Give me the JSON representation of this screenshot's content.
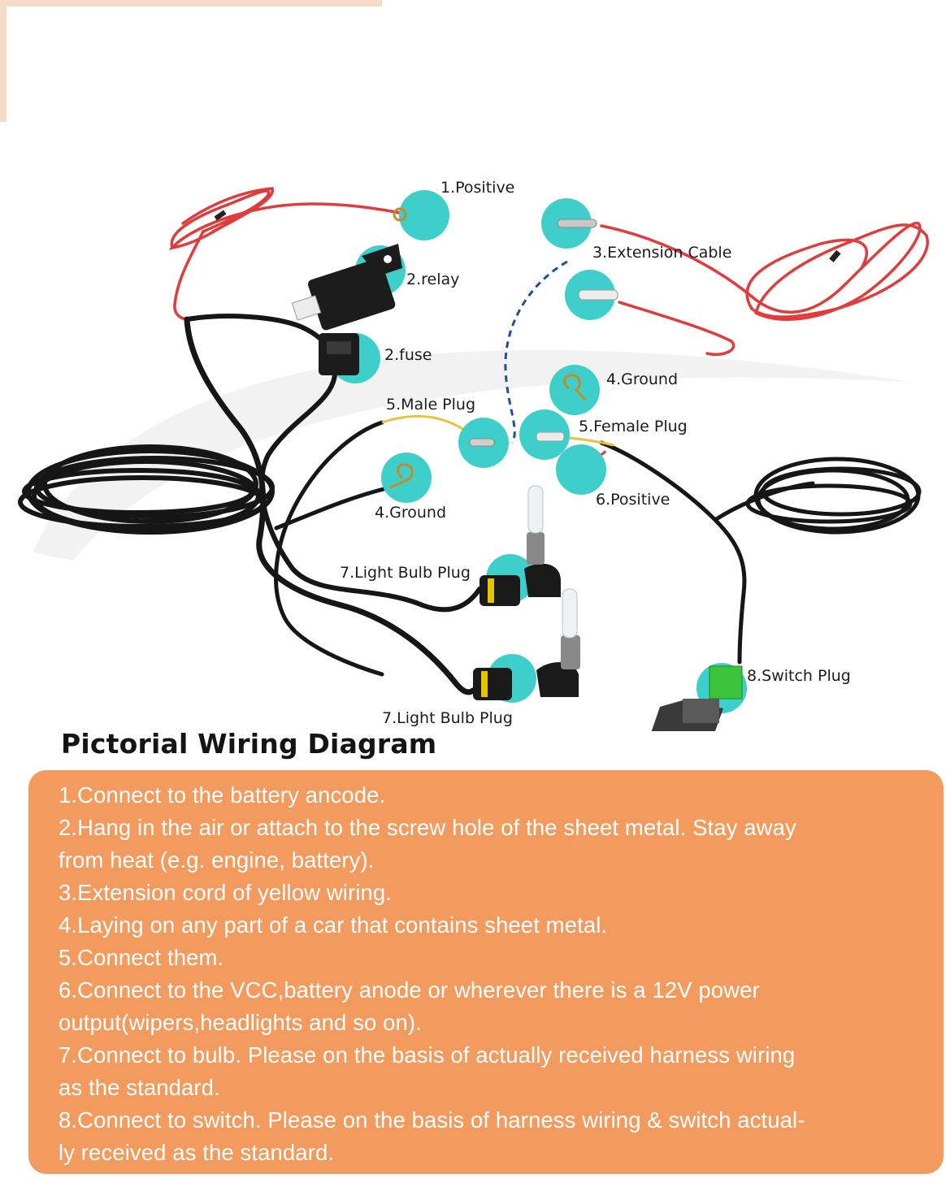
{
  "diagram": {
    "labels": {
      "positive_1": "1.Positive",
      "relay": "2.relay",
      "fuse": "2.fuse",
      "extension_cable": "3.Extension Cable",
      "ground_right": "4.Ground",
      "male_plug": "5.Male Plug",
      "female_plug": "5.Female Plug",
      "ground_left": "4.Ground",
      "positive_6": "6.Positive",
      "bulb_plug_top": "7.Light Bulb Plug",
      "bulb_plug_bottom": "7.Light Bulb Plug",
      "switch_plug": "8.Switch Plug"
    },
    "colors": {
      "marker": "#3ecfca",
      "red_wire": "#e23b3b",
      "harness": "#161616",
      "yellow_wire": "#e8c23a",
      "dashed_link": "#1f4f96",
      "switch_plug": "#3dc43d"
    }
  },
  "title": "Pictorial Wiring Diagram",
  "instructions": [
    "1.Connect to the battery ancode.",
    "2.Hang in the air or attach to the screw hole of the sheet metal. Stay away",
    "from heat (e.g. engine, battery).",
    "3.Extension cord of yellow wiring.",
    "4.Laying on any part of a car that contains sheet metal.",
    "5.Connect them.",
    "6.Connect to the VCC,battery anode or wherever  there is a 12V power",
    "output(wipers,headlights and so on).",
    "7.Connect to bulb. Please on the basis of actually received harness wiring",
    "as the standard.",
    "8.Connect to switch. Please on the basis of  harness wiring & switch actual-",
    "ly received as the standard."
  ],
  "panel_color": "#f39a5e"
}
